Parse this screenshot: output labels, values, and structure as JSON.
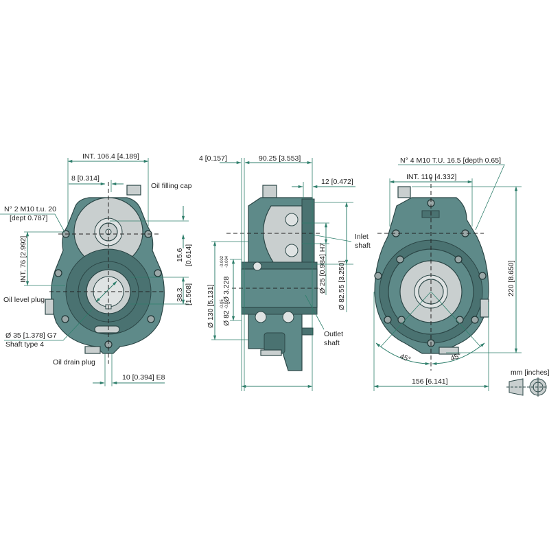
{
  "left_view": {
    "int_width": "INT. 106.4 [4.189]",
    "offset": "8 [0.314]",
    "oil_filling_cap": "Oil filling cap",
    "thread_line1": "N° 2 M10 t.u. 20",
    "thread_line2": "[dept 0.787]",
    "int_height": "INT. 76 [2.992]",
    "dim_15_6": "15.6",
    "dim_15_6_in": "[0.614]",
    "dim_38_3": "38.3",
    "dim_38_3_in": "[1.508]",
    "oil_level_plug": "Oil level plug",
    "shaft_diam": "Ø 35 [1.378] G7",
    "shaft_type": "Shaft type 4",
    "oil_drain_plug": "Oil drain plug",
    "key_width": "10 [0.394] E8"
  },
  "side_view": {
    "dim_4": "4 [0.157]",
    "dim_90": "90.25 [3.553]",
    "dim_12": "12 [0.472]",
    "inlet_shaft_1": "Inlet",
    "inlet_shaft_2": "shaft",
    "outlet_shaft_1": "Outlet",
    "outlet_shaft_2": "shaft",
    "diam_130": "Ø 130 [5.131]",
    "diam_82": "Ø 82",
    "diam_82_tol_upper": "-0.05",
    "diam_82_tol_lower": "-0.1",
    "diam_82_in": "[Ø 3.228",
    "diam_82_in_tol_upper": "-0.002",
    "diam_82_in_tol_lower": "-0.004",
    "diam_25": "Ø 25 [0.984] H7",
    "diam_82_55": "Ø 82.55 [3.250]"
  },
  "right_view": {
    "thread": "N° 4 M10 T.U. 16.5 [depth 0.65]",
    "int_width": "INT. 110 [4.332]",
    "height": "220 [8.650]",
    "angle_left": "45°",
    "angle_right": "45°",
    "width": "156 [6.141]"
  },
  "legend": {
    "units": "mm [inches]"
  }
}
